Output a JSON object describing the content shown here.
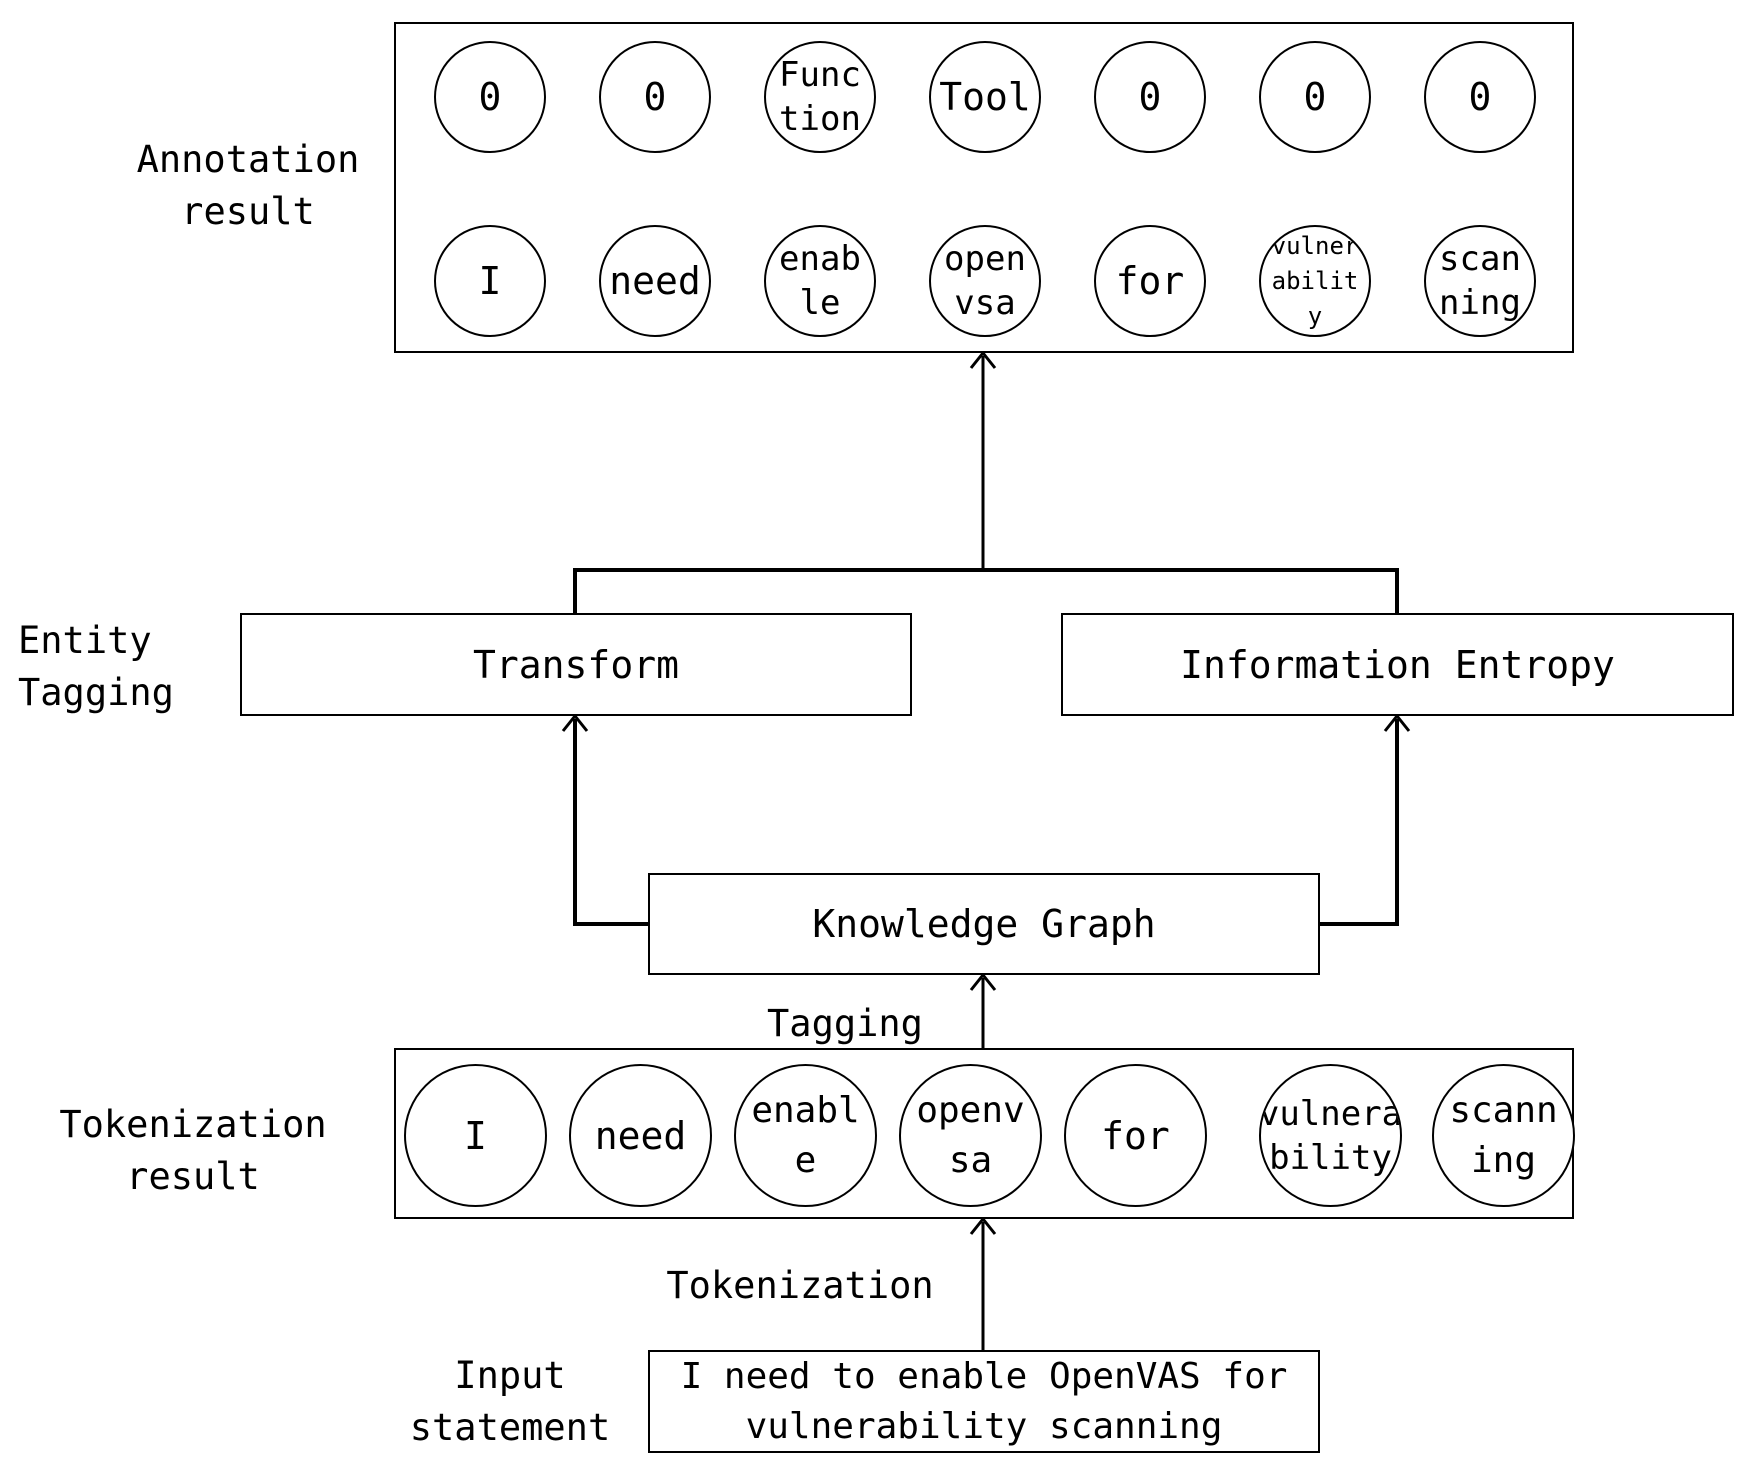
{
  "labels": {
    "annotation_result": "Annotation\nresult",
    "entity_tagging": "Entity\nTagging",
    "tokenization_result": "Tokenization\nresult",
    "input_statement": "Input\nstatement",
    "tagging_edge": "Tagging",
    "tokenization_edge": "Tokenization"
  },
  "boxes": {
    "transform": "Transform",
    "information_entropy": "Information Entropy",
    "knowledge_graph": "Knowledge Graph",
    "input": "I need to enable OpenVAS for\nvulnerability scanning"
  },
  "annotation": {
    "tags": [
      "0",
      "0",
      "Func\ntion",
      "Tool",
      "0",
      "0",
      "0"
    ],
    "words": [
      "I",
      "need",
      "enab\nle",
      "open\nvsa",
      "for",
      "vulner\nabilit\ny",
      "scan\nning"
    ]
  },
  "tokens": [
    "I",
    "need",
    "enabl\ne",
    "openv\nsa",
    "for",
    "vulnera\nbility",
    "scann\ning"
  ]
}
